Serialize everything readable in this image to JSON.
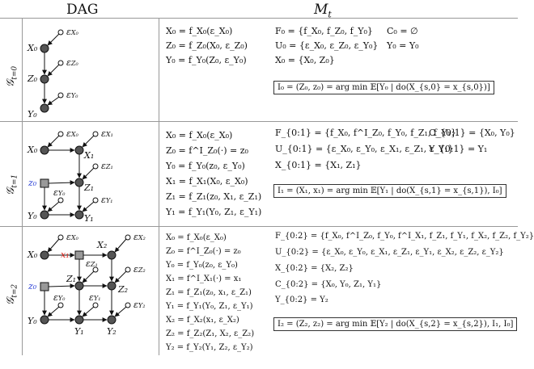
{
  "headers": {
    "dag": "DAG",
    "mt": "M_t"
  },
  "rows": [
    {
      "label": "G_{t=0}",
      "equations": [
        "X₀ = f_X₀(ε_X₀)",
        "Z₀ = f_Z₀(X₀, ε_Z₀)",
        "Y₀ = f_Y₀(Z₀, ε_Y₀)"
      ],
      "sets": [
        "F₀ = {f_X₀, f_Z₀, f_Y₀}",
        "U₀ = {ε_X₀, ε_Z₀, ε_Y₀}",
        "X₀ = {X₀, Z₀}"
      ],
      "sets_right": [
        "C₀ = ∅",
        "Y₀ = Y₀"
      ],
      "box": "I₀ = (Z₀, z₀) = arg min 𝔼[Y₀ | do(X_{s,0} = x_{s,0})]"
    },
    {
      "label": "G_{t=1}",
      "equations": [
        "X₀ = f_X₀(ε_X₀)",
        "Z₀ = f^I_Z₀(·) = z₀",
        "Y₀ = f_Y₀(z₀, ε_Y₀)",
        "X₁ = f_X₁(X₀, ε_X₀)",
        "Z₁ = f_Z₁(z₀, X₁, ε_Z₁)",
        "Y₁ = f_Y₁(Y₀, Z₁, ε_Y₁)"
      ],
      "sets": [
        "F_{0:1} = {f_X₀, f^I_Z₀, f_Y₀, f_Z₁, f_Y₁}",
        "U_{0:1} = {ε_X₀, ε_Y₀, ε_X₁, ε_Z₁, ε_Y₁}",
        "X_{0:1} = {X₁, Z₁}"
      ],
      "sets_right": [
        "C_{0:1} = {X₀, Y₀}",
        "Y_{0:1} = Y₁"
      ],
      "box": "I₁ = (X₁, x₁) = arg min 𝔼[Y₁ | do(X_{s,1} = x_{s,1}), I₀]"
    },
    {
      "label": "G_{t=2}",
      "equations": [
        "X₀ = f_X₀(ε_X₀)",
        "Z₀ = f^I_Z₀(·) = z₀",
        "Y₀ = f_Y₀(z₀, ε_Y₀)",
        "X₁ = f^I_X₁(·) = x₁",
        "Z₁ = f_Z₁(z₀, x₁, ε_Z₁)",
        "Y₁ = f_Y₁(Y₀, Z₁, ε_Y₁)",
        "X₂ = f_X₂(x₁, ε_X₂)",
        "Z₂ = f_Z₂(Z₁, X₂, ε_Z₂)",
        "Y₂ = f_Y₂(Y₁, Z₂, ε_Y₂)"
      ],
      "sets": [
        "F_{0:2} = {f_X₀, f^I_Z₀, f_Y₀, f^I_X₁, f_Z₁, f_Y₁, f_X₂, f_Z₂, f_Y₂}",
        "U_{0:2} = {ε_X₀, ε_Y₀, ε_X₁, ε_Z₁, ε_Y₁, ε_X₂, ε_Z₂, ε_Y₂}",
        "X_{0:2} = {X₂, Z₂}",
        "C_{0:2} = {X₀, Y₀, Z₁, Y₁}",
        "Y_{0:2} = Y₂"
      ],
      "box": "I₂ = (Z₂, z₂) = arg min 𝔼[Y₂ | do(X_{s,2} = x_{s,2}), I₁, I₀]"
    }
  ],
  "colors": {
    "blue": "#2a3fd6",
    "red": "#e0241b",
    "green": "#2e9a3c"
  }
}
